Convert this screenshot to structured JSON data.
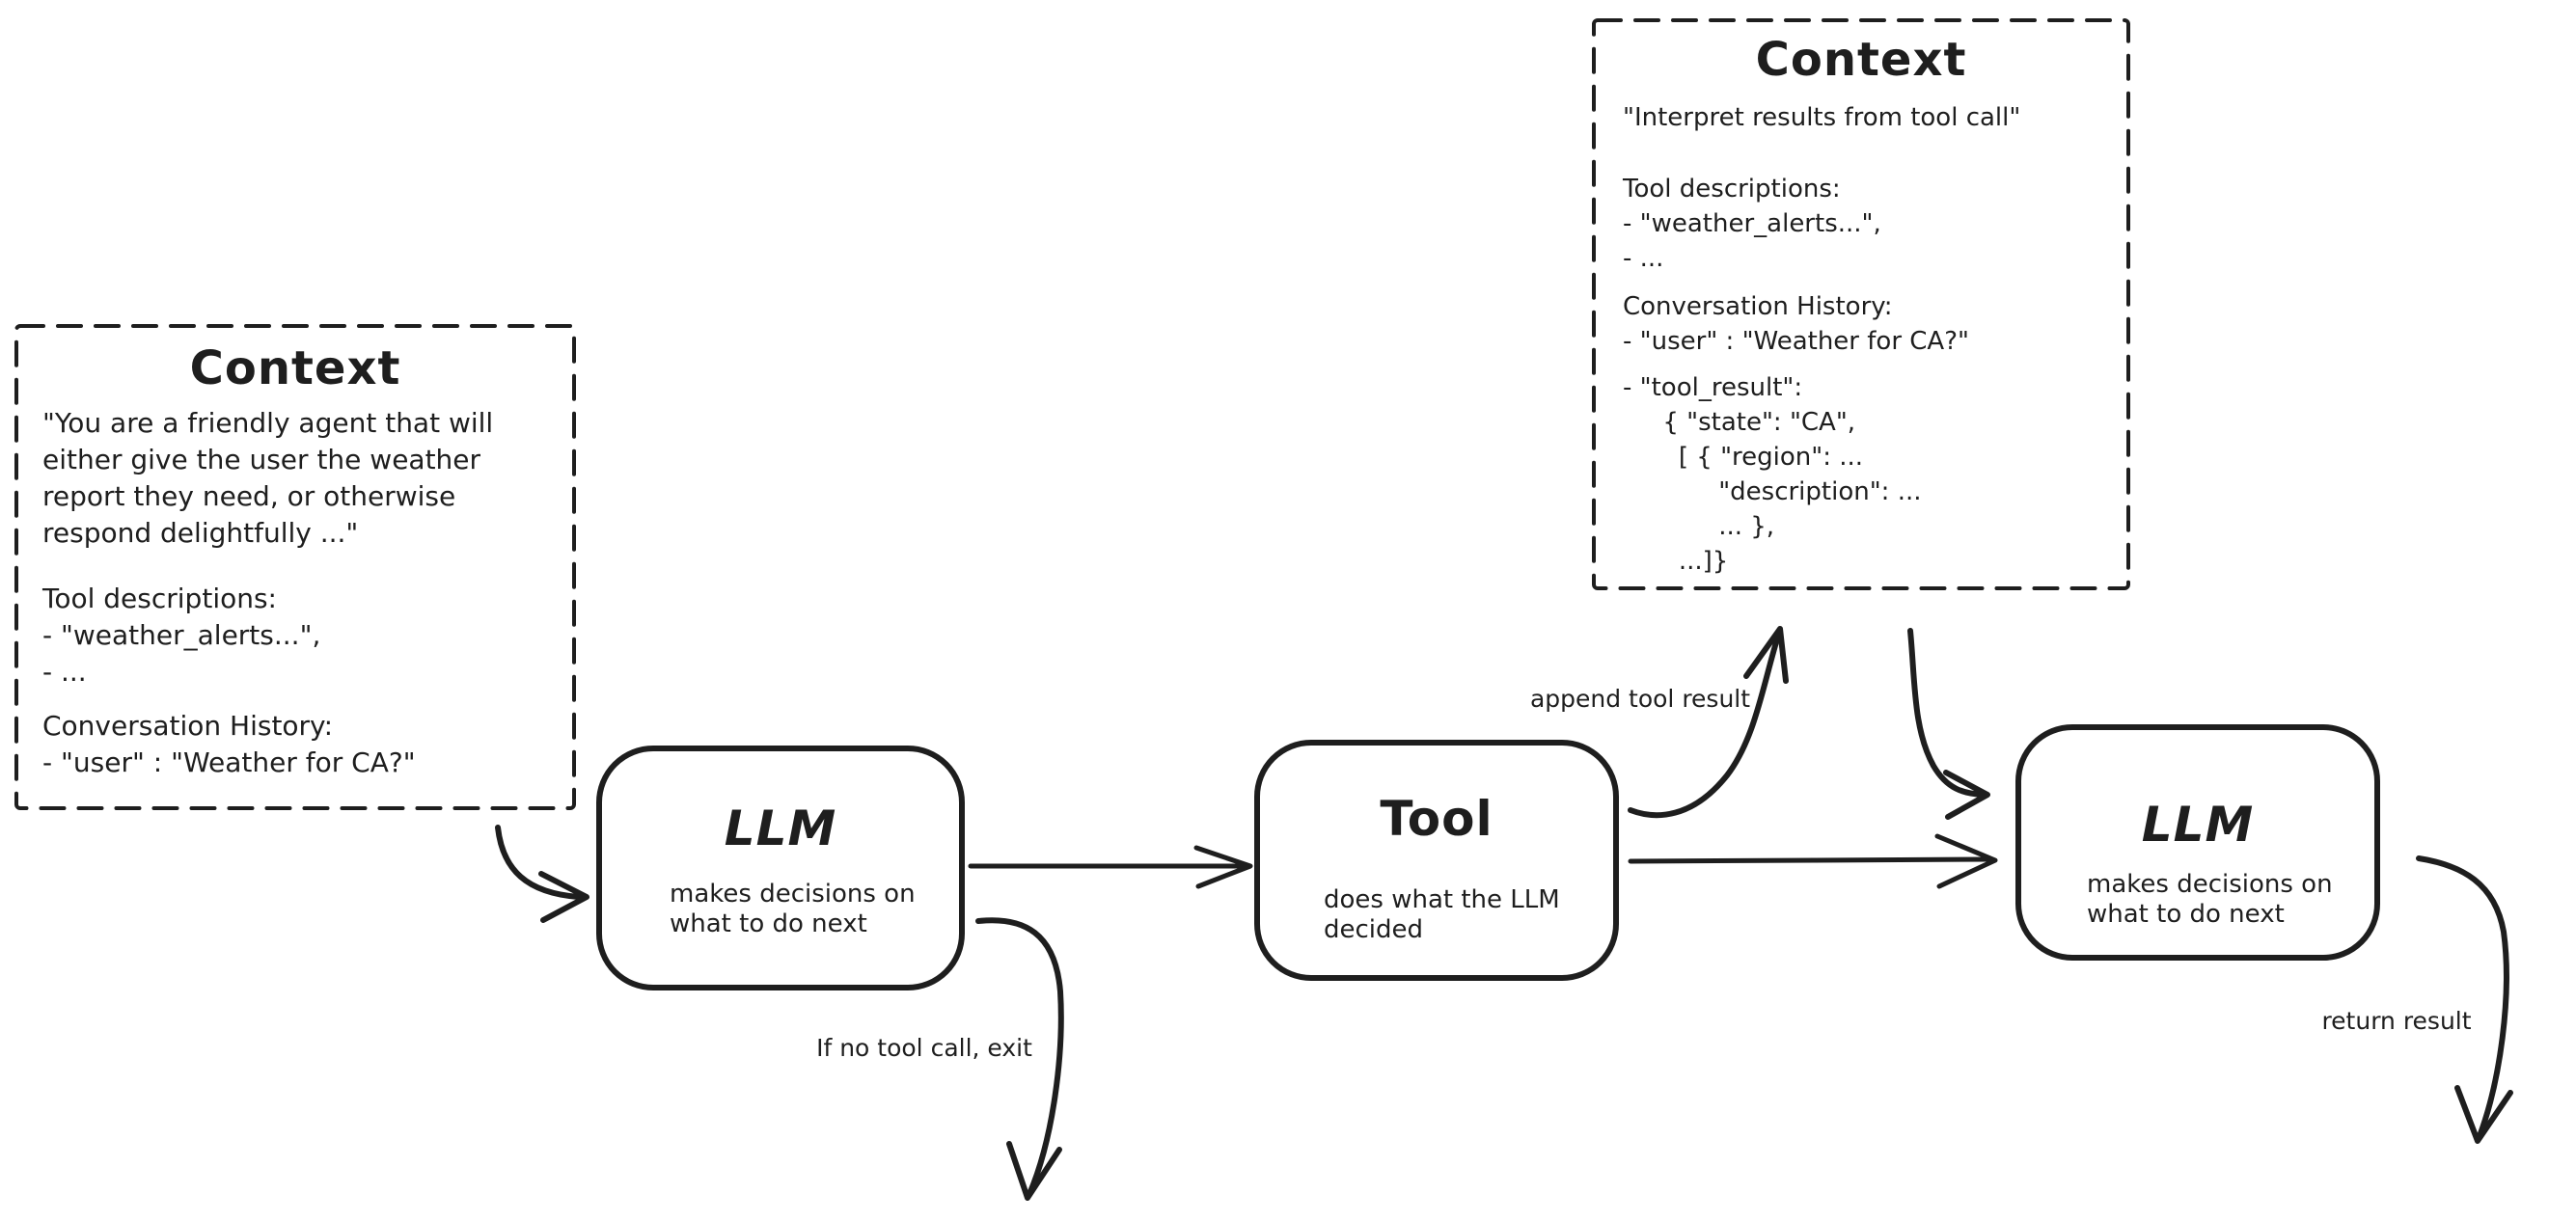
{
  "diagram": {
    "background_color": "#ffffff",
    "stroke_color": "#1e1e1e"
  },
  "context_left": {
    "title": "Context",
    "system_prompt": "\"You are a friendly agent that will\neither give the user the weather\nreport they need, or otherwise\nrespond delightfully ...\"",
    "tool_descriptions": "Tool descriptions:\n- \"weather_alerts...\",\n- ...",
    "conversation_history": "Conversation History:\n- \"user\" : \"Weather for CA?\""
  },
  "context_right": {
    "title": "Context",
    "system_prompt": "\"Interpret results from tool call\"",
    "tool_descriptions": "Tool descriptions:\n- \"weather_alerts...\",\n- ...",
    "conversation_history": "Conversation History:\n- \"user\" : \"Weather for CA?\"",
    "tool_result": "- \"tool_result\":\n     { \"state\": \"CA\",\n       [ { \"region\": ...\n            \"description\": ...\n            ... },\n       ...]}"
  },
  "nodes": {
    "llm_1": {
      "title": "LLM",
      "subtitle": "makes decisions on\nwhat to do next"
    },
    "tool": {
      "title": "Tool",
      "subtitle": "does what the LLM\ndecided"
    },
    "llm_2": {
      "title": "LLM",
      "subtitle": "makes decisions on\nwhat to do next"
    }
  },
  "edge_labels": {
    "append_tool_result": "append tool result",
    "no_tool_call_exit": "If no tool call, exit",
    "return_result": "return result"
  }
}
